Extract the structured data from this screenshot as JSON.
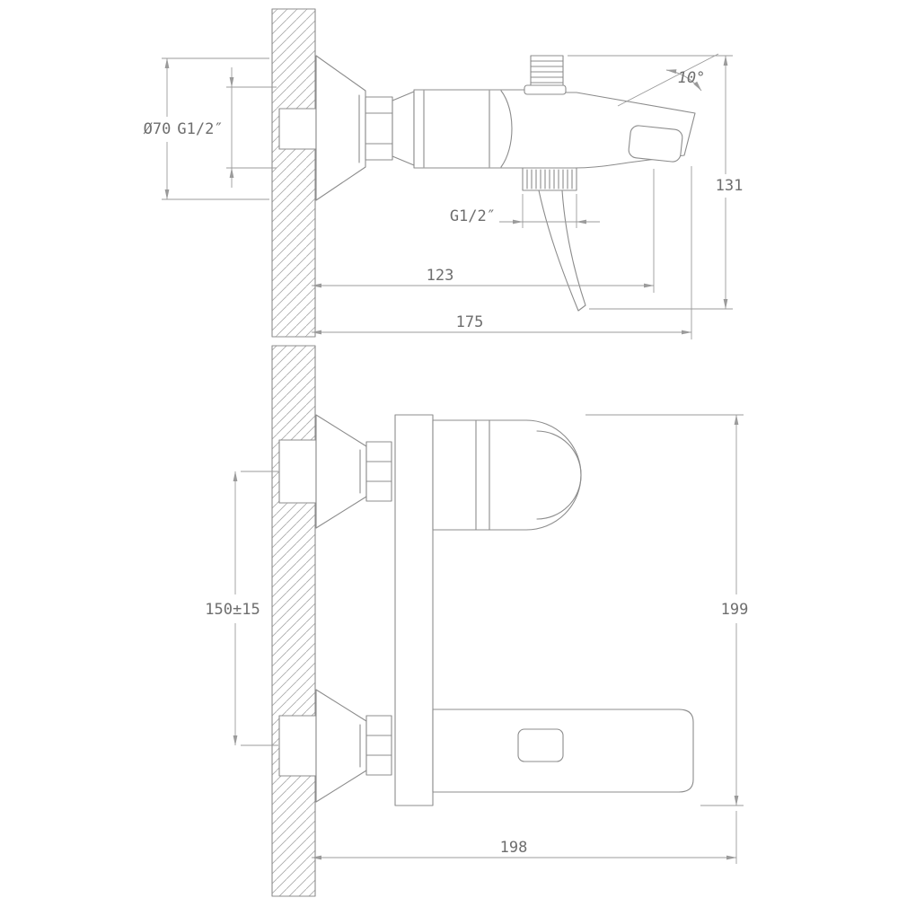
{
  "drawing": {
    "line_color": "#8c8c8c",
    "dim_color": "#9b9b9b",
    "text_color": "#6e6e6e",
    "background": "#ffffff",
    "side_view": {
      "flange_diameter": "Ø70",
      "wall_thread": "G1/2″",
      "spout_angle": "10°",
      "overall_height": "131",
      "hose_thread": "G1/2″",
      "reach_to_handle": "123",
      "overall_reach": "175"
    },
    "front_view": {
      "inlet_spacing": "150±15",
      "overall_height": "199",
      "overall_depth": "198"
    }
  }
}
